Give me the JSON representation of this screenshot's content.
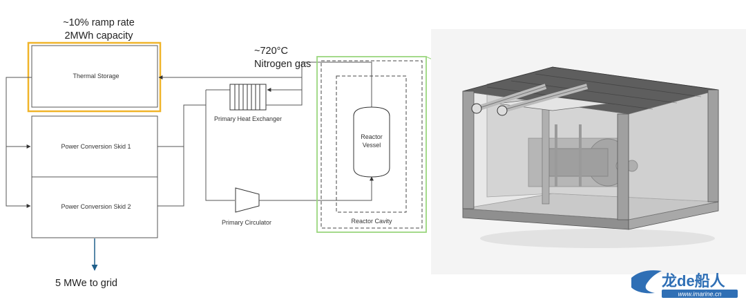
{
  "annotations": {
    "ramp_rate": "~10% ramp rate",
    "capacity": "2MWh capacity",
    "temperature": "~720°C",
    "gas": "Nitrogen gas",
    "grid_output": "5 MWe to grid"
  },
  "components": {
    "thermal_storage": "Thermal Storage",
    "power_skid_1": "Power Conversion Skid 1",
    "power_skid_2": "Power Conversion Skid 2",
    "primary_heat_exchanger": "Primary Heat Exchanger",
    "primary_circulator": "Primary Circulator",
    "reactor_vessel_line1": "Reactor",
    "reactor_vessel_line2": "Vessel",
    "reactor_cavity": "Reactor Cavity"
  },
  "watermark": {
    "brand": "龙de船人",
    "url": "www.imarine.cn"
  },
  "colors": {
    "highlight_orange": "#f0b429",
    "highlight_green": "#9ad67e",
    "flow_arrow_blue": "#1f5f8b",
    "line": "#555555",
    "concrete": "#8c8c8c"
  }
}
